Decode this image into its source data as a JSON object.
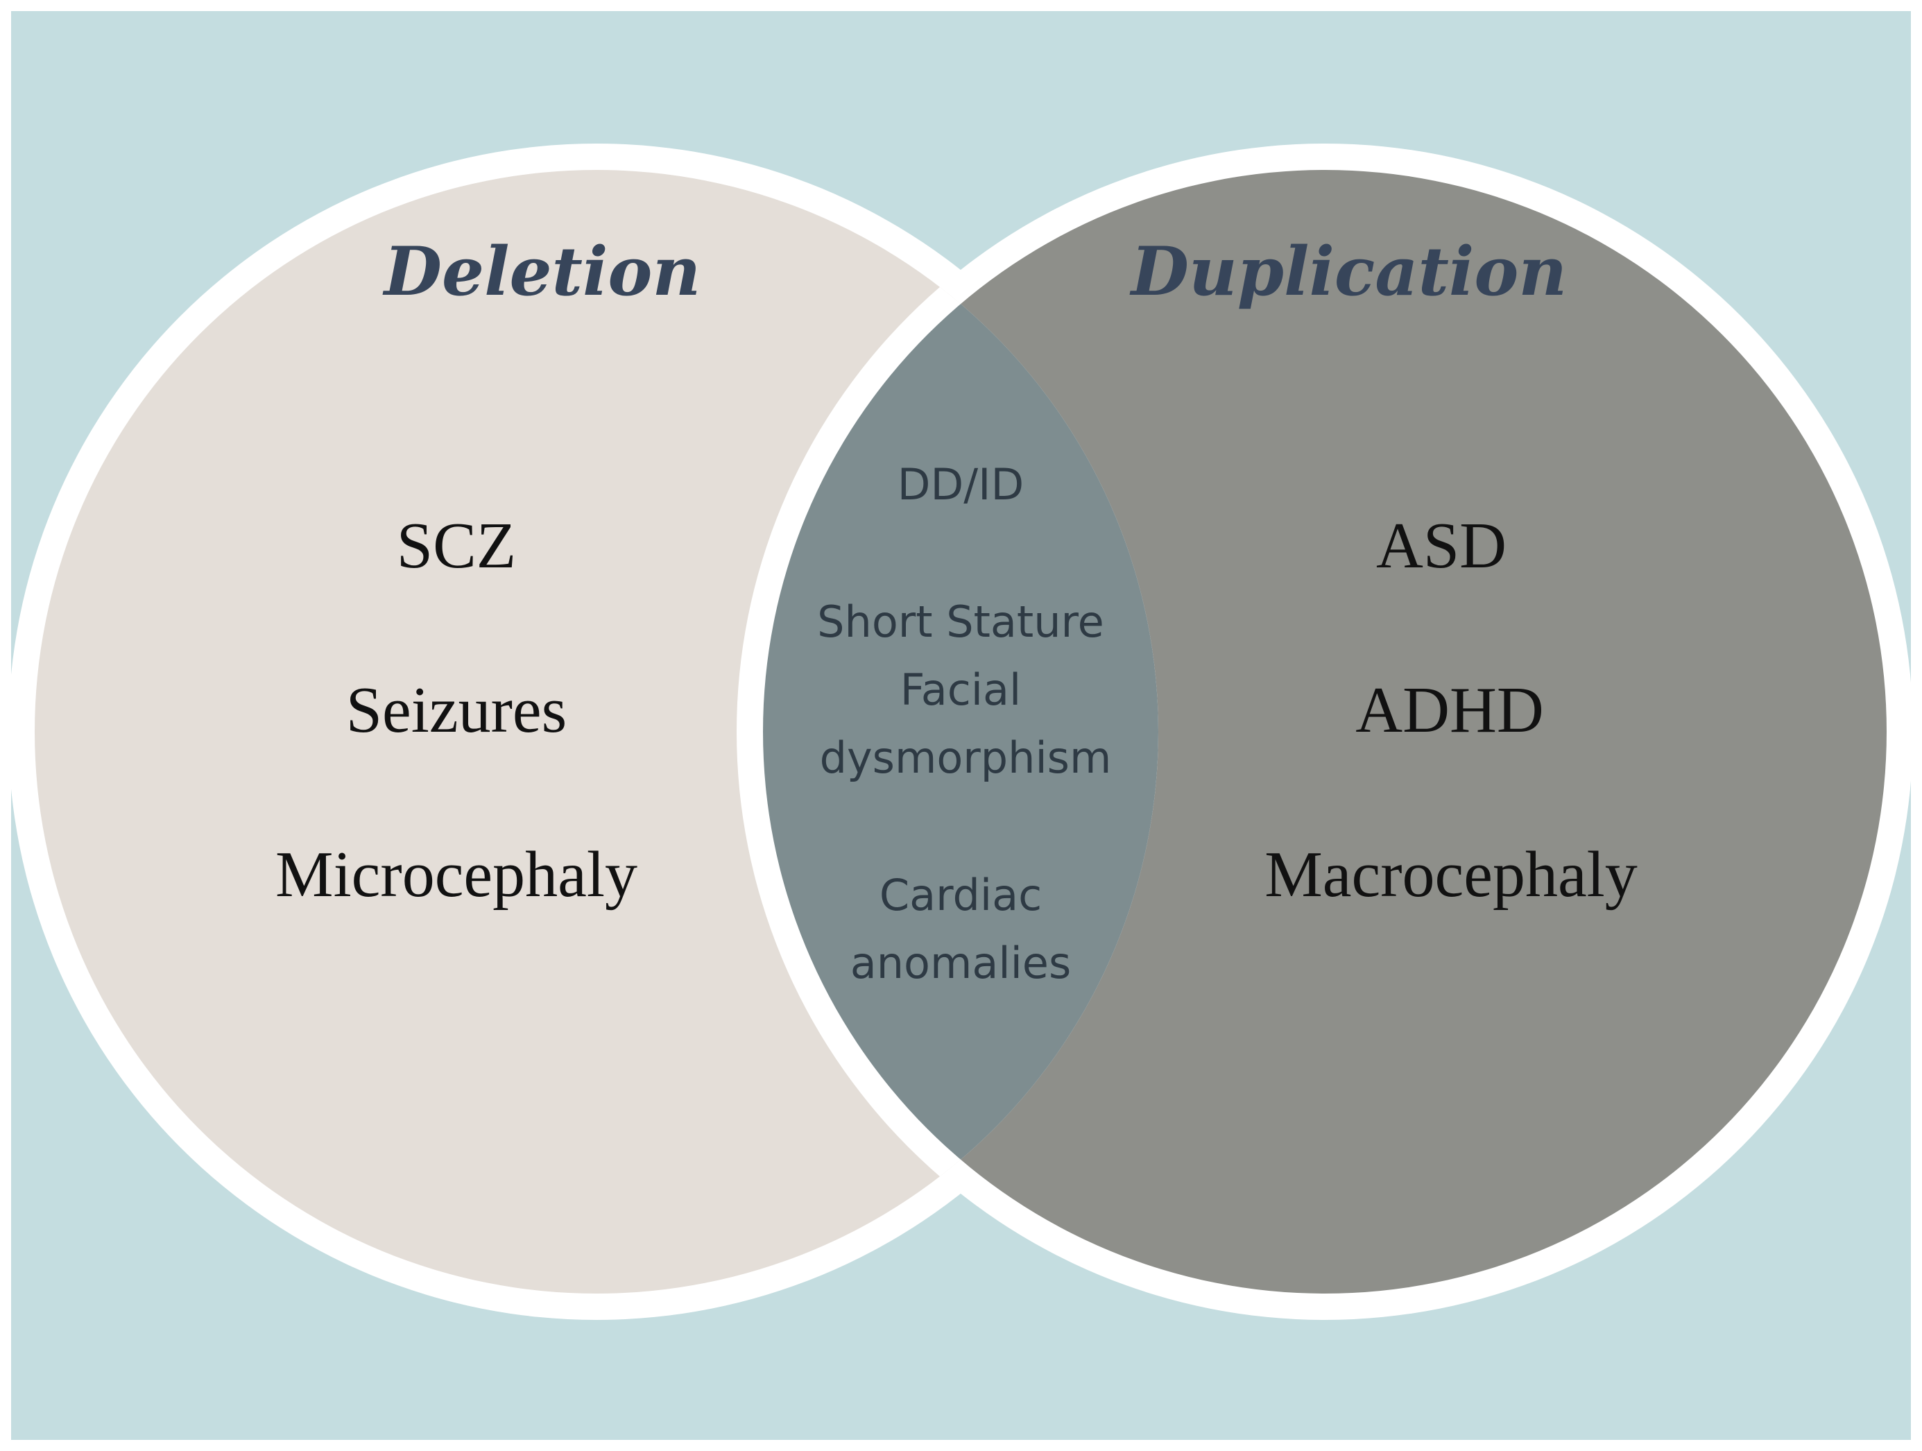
{
  "colors": {
    "frame_background": "#c4dde0",
    "deletion_fill": "#e4ded8",
    "duplication_fill": "#8e8f8a",
    "overlap_fill": "#7e8d90",
    "outline": "#ffffff",
    "title_color": "#37455a"
  },
  "sets": {
    "deletion": {
      "title": "Deletion",
      "items": [
        "SCZ",
        "Seizures",
        "Microcephaly"
      ]
    },
    "duplication": {
      "title": "Duplication",
      "items": [
        "ASD",
        "ADHD",
        "Macrocephaly"
      ]
    }
  },
  "shared": {
    "lines": [
      "DD/ID",
      "Short Stature",
      "Facial",
      "dysmorphism",
      "Cardiac",
      "anomalies"
    ]
  }
}
